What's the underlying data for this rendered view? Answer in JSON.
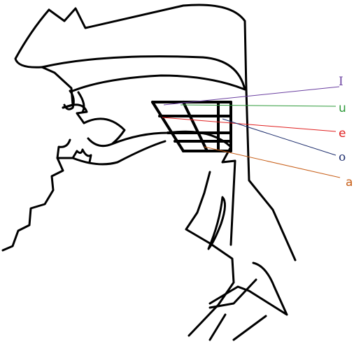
{
  "vowels": [
    {
      "label": "I",
      "color": "#6a3fa0"
    },
    {
      "label": "u",
      "color": "#2e9a3a"
    },
    {
      "label": "e",
      "color": "#e02020"
    },
    {
      "label": "o",
      "color": "#1f2f6e"
    },
    {
      "label": "a",
      "color": "#c8601a"
    }
  ]
}
